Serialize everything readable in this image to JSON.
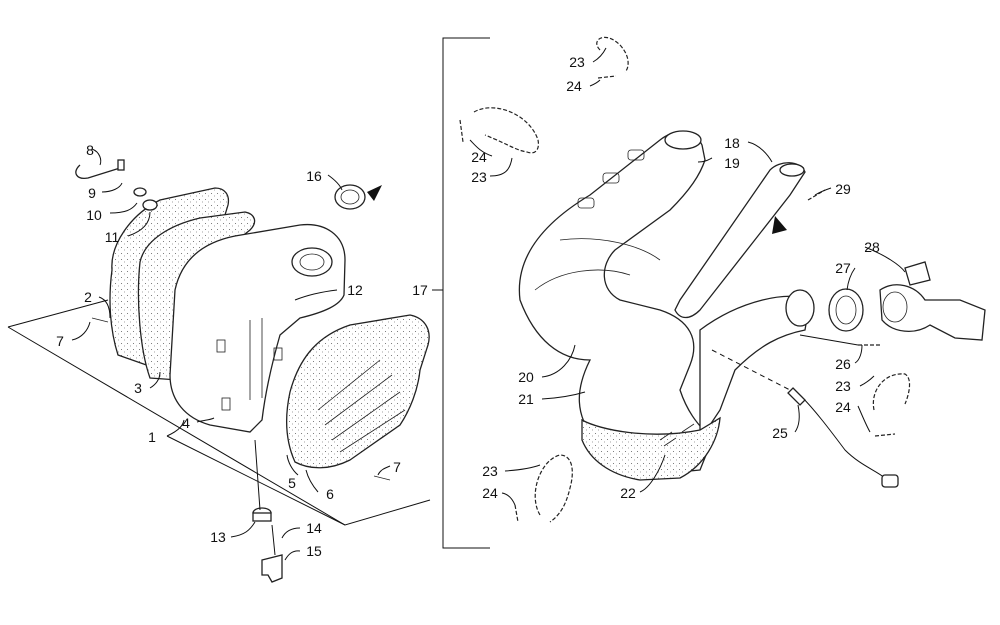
{
  "diagram": {
    "callouts": [
      {
        "id": "c1",
        "text": "1"
      },
      {
        "id": "c2",
        "text": "2"
      },
      {
        "id": "c3",
        "text": "3"
      },
      {
        "id": "c4",
        "text": "4"
      },
      {
        "id": "c5",
        "text": "5"
      },
      {
        "id": "c6",
        "text": "6"
      },
      {
        "id": "c7a",
        "text": "7"
      },
      {
        "id": "c7b",
        "text": "7"
      },
      {
        "id": "c8",
        "text": "8"
      },
      {
        "id": "c9",
        "text": "9"
      },
      {
        "id": "c10",
        "text": "10"
      },
      {
        "id": "c11",
        "text": "11"
      },
      {
        "id": "c12",
        "text": "12"
      },
      {
        "id": "c13",
        "text": "13"
      },
      {
        "id": "c14",
        "text": "14"
      },
      {
        "id": "c15",
        "text": "15"
      },
      {
        "id": "c16",
        "text": "16"
      },
      {
        "id": "c17",
        "text": "17"
      },
      {
        "id": "c18",
        "text": "18"
      },
      {
        "id": "c19",
        "text": "19"
      },
      {
        "id": "c20",
        "text": "20"
      },
      {
        "id": "c21",
        "text": "21"
      },
      {
        "id": "c22",
        "text": "22"
      },
      {
        "id": "c23a",
        "text": "23"
      },
      {
        "id": "c24a",
        "text": "24"
      },
      {
        "id": "c24b",
        "text": "24"
      },
      {
        "id": "c23b",
        "text": "23"
      },
      {
        "id": "c23c",
        "text": "23"
      },
      {
        "id": "c24c",
        "text": "24"
      },
      {
        "id": "c23d",
        "text": "23"
      },
      {
        "id": "c24d",
        "text": "24"
      },
      {
        "id": "c25",
        "text": "25"
      },
      {
        "id": "c26",
        "text": "26"
      },
      {
        "id": "c27",
        "text": "27"
      },
      {
        "id": "c28",
        "text": "28"
      },
      {
        "id": "c29",
        "text": "29"
      }
    ]
  }
}
